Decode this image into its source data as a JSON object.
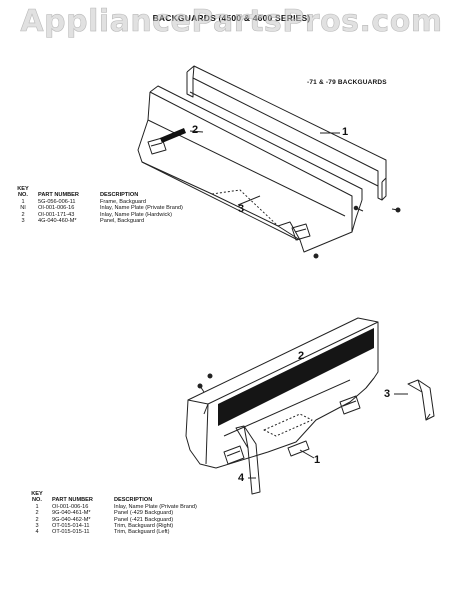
{
  "watermark": "AppliancePartsPros.com",
  "document": {
    "title": "BACKGUARDS (4500 & 4600 SERIES)"
  },
  "top_section": {
    "label": "-71 & -79 BACKGUARDS",
    "callouts": {
      "c1": "1",
      "c2": "2",
      "c3": "3"
    },
    "table": {
      "header_key_line1": "KEY",
      "header_key_line2": "NO.",
      "header_part": "PART NUMBER",
      "header_desc": "DESCRIPTION",
      "rows": [
        {
          "key": "1",
          "part": "5G-056-006-11",
          "desc": "Frame, Backguard"
        },
        {
          "key": "NI",
          "part": "OI-001-006-16",
          "desc": "Inlay, Name Plate (Private Brand)"
        },
        {
          "key": "2",
          "part": "OI-001-171-43",
          "desc": "Inlay, Name Plate (Hardwick)"
        },
        {
          "key": "3",
          "part": "4G-040-460-M*",
          "desc": "Panel, Backguard"
        }
      ]
    }
  },
  "bottom_section": {
    "callouts": {
      "c1": "1",
      "c2": "2",
      "c3": "3",
      "c4": "4"
    },
    "table": {
      "header_key_line1": "KEY",
      "header_key_line2": "NO.",
      "header_part": "PART NUMBER",
      "header_desc": "DESCRIPTION",
      "rows": [
        {
          "key": "1",
          "part": "OI-001-006-16",
          "desc": "Inlay, Name Plate (Private Brand)"
        },
        {
          "key": "2",
          "part": "9G-040-461-M*",
          "desc": "Panel (-429 Backguard)"
        },
        {
          "key": "2",
          "part": "9G-040-462-M*",
          "desc": "Panel (-421 Backguard)"
        },
        {
          "key": "3",
          "part": "OT-015-014-11",
          "desc": "Trim, Backguard (Right)"
        },
        {
          "key": "4",
          "part": "OT-015-015-11",
          "desc": "Trim, Backguard (Left)"
        }
      ]
    }
  }
}
